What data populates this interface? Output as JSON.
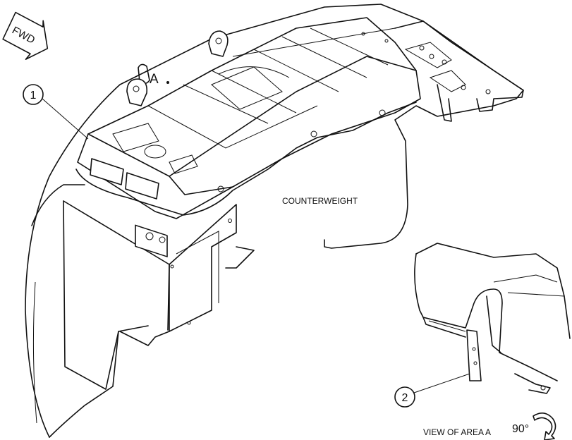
{
  "fwd_arrow": {
    "label": "FWD"
  },
  "area_marker": {
    "label": "A"
  },
  "callouts": [
    {
      "number": "1"
    },
    {
      "number": "2"
    }
  ],
  "part_label": "COUNTERWEIGHT",
  "view_caption": "VIEW OF AREA A",
  "rotation_label": "90°"
}
